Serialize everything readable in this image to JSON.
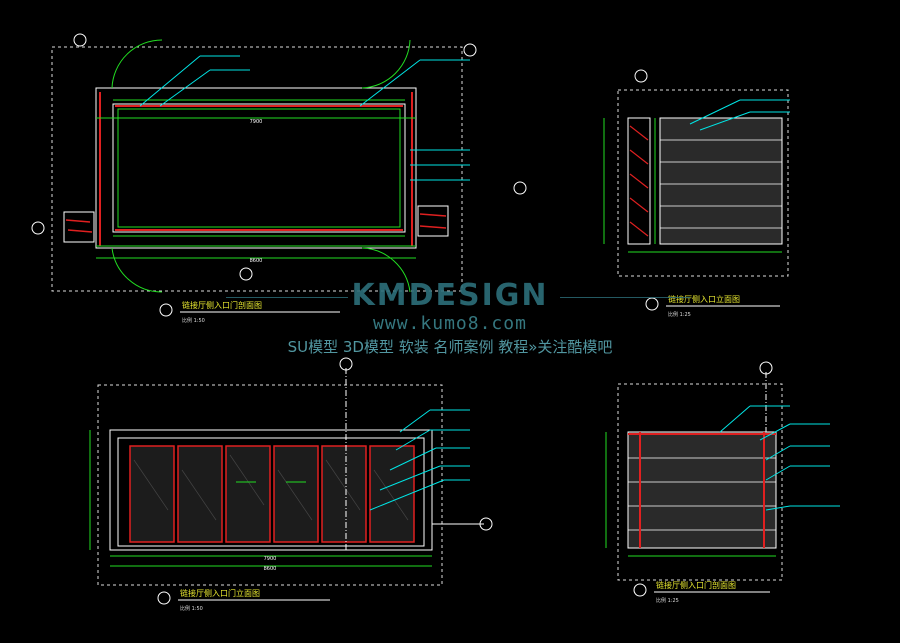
{
  "drawings": {
    "plan": {
      "title": "链接厅侧入口门剖面图",
      "scale": "比例 1:50",
      "width_dim": "7900",
      "total_dim": "8600"
    },
    "elev_right": {
      "title": "链接厅侧入口立面图",
      "scale": "比例 1:25"
    },
    "elev_main": {
      "title": "链接厅侧入口门立面图",
      "scale": "比例 1:50",
      "width_dim": "7900",
      "total_dim": "8600"
    },
    "section_right": {
      "title": "链接厅侧入口门剖面图",
      "scale": "比例 1:25"
    }
  },
  "watermark": {
    "brand": "KMDESIGN",
    "url": "www.kumo8.com",
    "tagline": "SU模型 3D模型 软装 名师案例 教程»关注酷模吧"
  },
  "colors": {
    "background": "#000000",
    "line_white": "#ffffff",
    "line_green": "#22dd22",
    "line_red": "#e02020",
    "line_cyan": "#00e5e5",
    "line_yellow": "#e8e830",
    "watermark": "#2d6f7a"
  }
}
